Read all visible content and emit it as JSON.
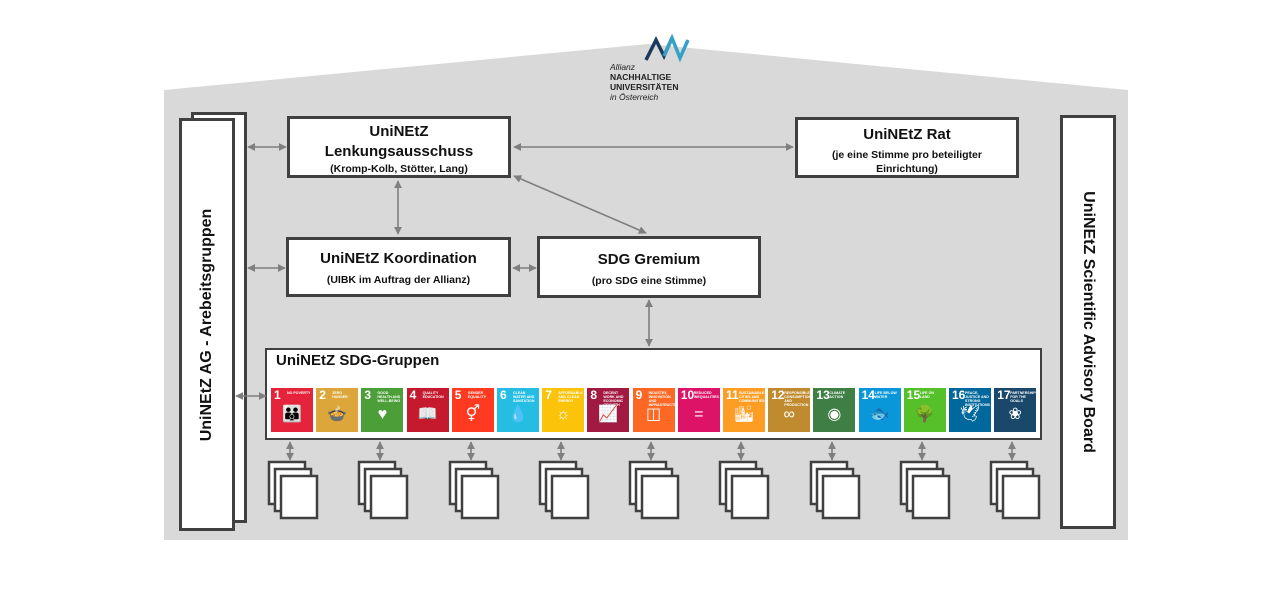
{
  "logo": {
    "line1": "Allianz",
    "line2": "NACHHALTIGE",
    "line3": "UNIVERSITÄTEN",
    "line4": "in Österreich"
  },
  "lenkung": {
    "title1": "UniNEtZ",
    "title2": "Lenkungsausschuss",
    "sub": "(Kromp-Kolb,  Stötter, Lang)"
  },
  "rat": {
    "title": "UniNEtZ Rat",
    "sub1": "(je eine Stimme pro beteiligter",
    "sub2": "Einrichtung)"
  },
  "koordination": {
    "title": "UniNEtZ Koordination",
    "sub": "(UIBK  im Auftrag der Allianz)"
  },
  "gremium": {
    "title": "SDG Gremium",
    "sub": "(pro SDG eine Stimme)"
  },
  "left_panel": {
    "label": "UniNEtZ AG - Arebeitsgruppen"
  },
  "right_panel": {
    "label": "UniNEtZ Scientific Advisory Board"
  },
  "sdg_groups": {
    "title": "UniNEtZ SDG-Gruppen"
  },
  "sdgs": [
    {
      "n": "1",
      "label": "NO POVERTY",
      "color": "#e5243b",
      "icon": "family-icon"
    },
    {
      "n": "2",
      "label": "ZERO HUNGER",
      "color": "#dda63a",
      "icon": "bowl-icon"
    },
    {
      "n": "3",
      "label": "GOOD HEALTH AND WELL-BEING",
      "color": "#4c9f38",
      "icon": "heartbeat-icon"
    },
    {
      "n": "4",
      "label": "QUALITY EDUCATION",
      "color": "#c5192d",
      "icon": "book-icon"
    },
    {
      "n": "5",
      "label": "GENDER EQUALITY",
      "color": "#ff3a21",
      "icon": "gender-icon"
    },
    {
      "n": "6",
      "label": "CLEAN WATER AND SANITATION",
      "color": "#26bde2",
      "icon": "water-icon"
    },
    {
      "n": "7",
      "label": "AFFORDABLE AND CLEAN ENERGY",
      "color": "#fcc30b",
      "icon": "sun-icon"
    },
    {
      "n": "8",
      "label": "DECENT WORK AND ECONOMIC GROWTH",
      "color": "#a21942",
      "icon": "growth-chart-icon"
    },
    {
      "n": "9",
      "label": "INDUSTRY, INNOVATION AND INFRASTRUCTURE",
      "color": "#fd6925",
      "icon": "cubes-icon"
    },
    {
      "n": "10",
      "label": "REDUCED INEQUALITIES",
      "color": "#dd1367",
      "icon": "equal-icon"
    },
    {
      "n": "11",
      "label": "SUSTAINABLE CITIES AND COMMUNITIES",
      "color": "#fd9d24",
      "icon": "city-icon"
    },
    {
      "n": "12",
      "label": "RESPONSIBLE CONSUMPTION AND PRODUCTION",
      "color": "#bf8b2e",
      "icon": "infinity-icon"
    },
    {
      "n": "13",
      "label": "CLIMATE ACTION",
      "color": "#3f7e44",
      "icon": "eye-globe-icon"
    },
    {
      "n": "14",
      "label": "LIFE BELOW WATER",
      "color": "#0a97d9",
      "icon": "fish-icon"
    },
    {
      "n": "15",
      "label": "LIFE ON LAND",
      "color": "#56c02b",
      "icon": "tree-icon"
    },
    {
      "n": "16",
      "label": "PEACE, JUSTICE AND STRONG INSTITUTIONS",
      "color": "#00689d",
      "icon": "dove-icon"
    },
    {
      "n": "17",
      "label": "PARTNERSHIPS FOR THE GOALS",
      "color": "#19486a",
      "icon": "rings-icon"
    }
  ],
  "colors": {
    "house": "#d9d9d9",
    "border": "#404040",
    "arrow": "#7f7f7f"
  }
}
